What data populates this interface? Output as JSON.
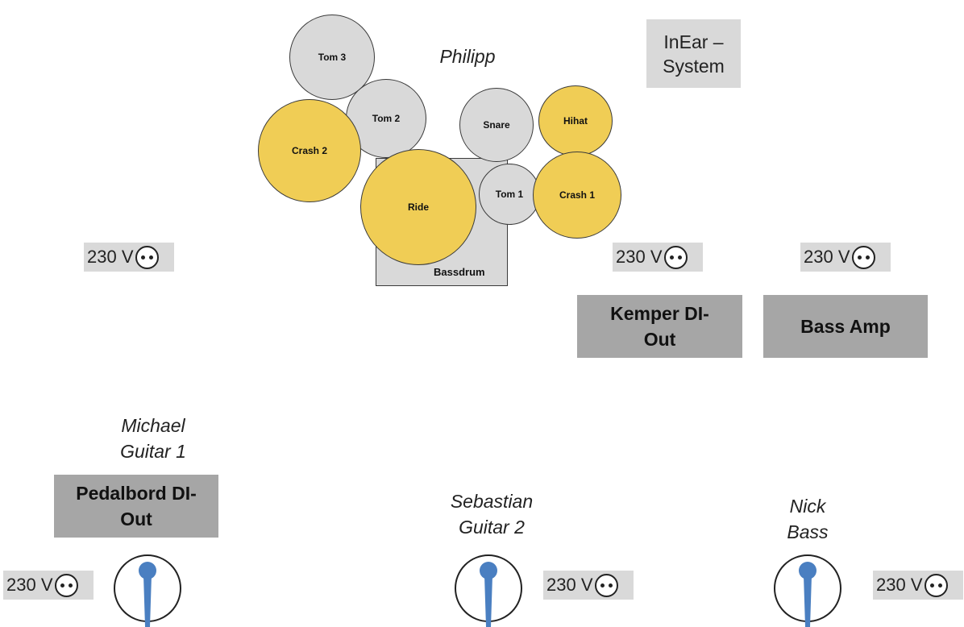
{
  "drums": {
    "tom3": "Tom 3",
    "tom2": "Tom 2",
    "crash2": "Crash 2",
    "ride": "Ride",
    "snare": "Snare",
    "hihat": "Hihat",
    "tom1": "Tom 1",
    "crash1": "Crash 1",
    "bassdrum": "Bassdrum"
  },
  "people": {
    "drummer": "Philipp",
    "guitar1_name": "Michael",
    "guitar1_role": "Guitar 1",
    "guitar2_name": "Sebastian",
    "guitar2_role": "Guitar 2",
    "bass_name": "Nick",
    "bass_role": "Bass"
  },
  "boxes": {
    "inear_line1": "InEar –",
    "inear_line2": "System",
    "kemper_line1": "Kemper DI-",
    "kemper_line2": "Out",
    "bass_amp": "Bass Amp",
    "pedalboard_line1": "Pedalbord DI-",
    "pedalboard_line2": "Out"
  },
  "outlets": {
    "label": "230 V"
  },
  "colors": {
    "cymbal": "#f0cd55",
    "drum": "#d9d9d9",
    "amp_box": "#a6a6a6",
    "microphone": "#4a7fc1"
  },
  "icons": {
    "outlet": "power-socket-icon",
    "mic": "microphone-icon"
  }
}
